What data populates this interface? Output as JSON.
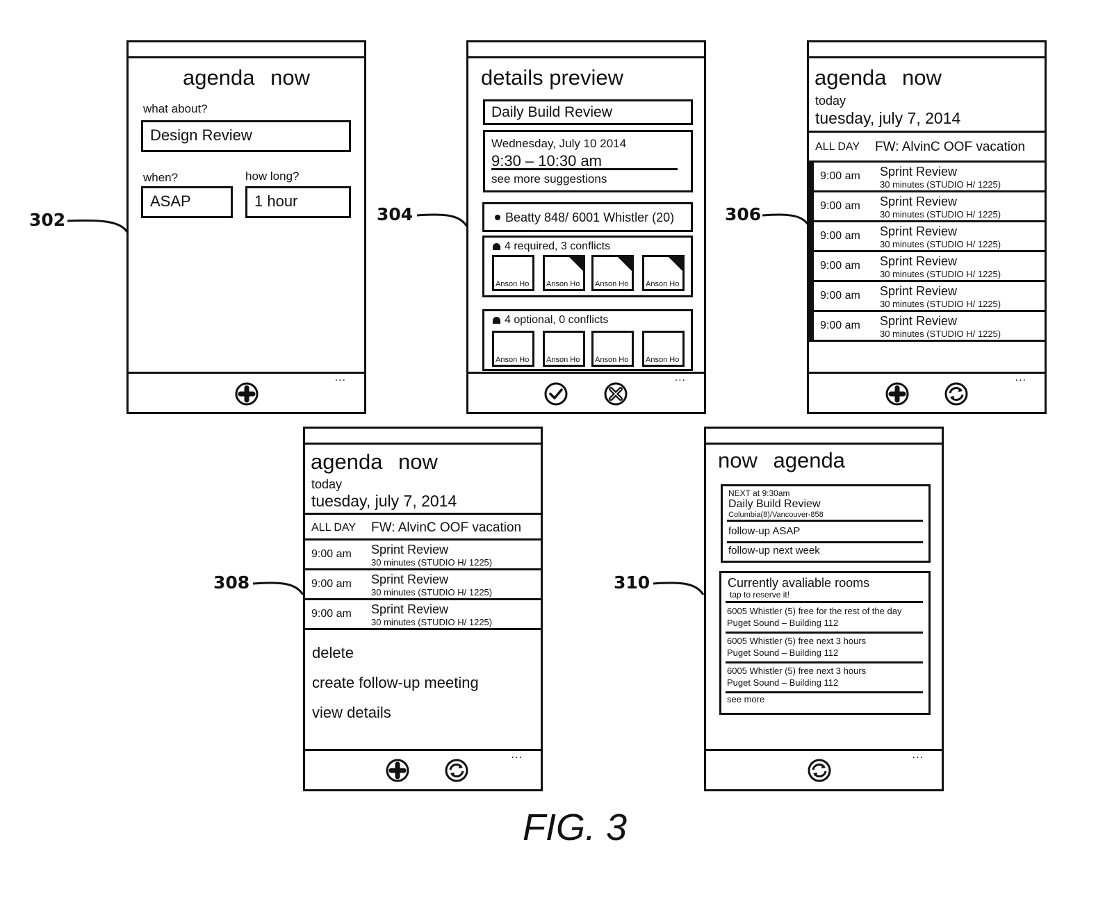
{
  "figure": {
    "caption": "FIG. 3",
    "refs": {
      "r302": "302",
      "r304": "304",
      "r306": "306",
      "r308": "308",
      "r310": "310"
    }
  },
  "screen302": {
    "title": "agenda now",
    "what_label": "what about?",
    "what_value": "Design Review",
    "when_label": "when?",
    "when_value": "ASAP",
    "howlong_label": "how long?",
    "howlong_value": "1 hour",
    "appbar": {
      "buttons": [
        "add-icon"
      ],
      "more": "..."
    }
  },
  "screen304": {
    "title": "details preview",
    "meeting_title": "Daily Build Review",
    "date": "Wednesday, July 10 2014",
    "time": "9:30 – 10:30 am",
    "suggestions_link": "see more suggestions",
    "location": "Beatty 848/ 6001 Whistler (20)",
    "required": {
      "header": "4 required, 3 conflicts",
      "people": [
        {
          "name": "Anson Ho",
          "conflict": false
        },
        {
          "name": "Anson Ho",
          "conflict": true
        },
        {
          "name": "Anson Ho",
          "conflict": true
        },
        {
          "name": "Anson Ho",
          "conflict": true
        }
      ]
    },
    "optional": {
      "header": "4 optional, 0 conflicts",
      "people": [
        {
          "name": "Anson Ho",
          "conflict": false
        },
        {
          "name": "Anson Ho",
          "conflict": false
        },
        {
          "name": "Anson Ho",
          "conflict": false
        },
        {
          "name": "Anson Ho",
          "conflict": false
        }
      ]
    },
    "appbar": {
      "buttons": [
        "accept-check-icon",
        "cancel-x-icon"
      ],
      "more": "..."
    }
  },
  "screen306": {
    "title": "agenda now",
    "sub": "today",
    "date": "tuesday, july 7, 2014",
    "allday": {
      "tag": "ALL DAY",
      "event": "FW: AlvinC OOF vacation"
    },
    "events": [
      {
        "time": "9:00 am",
        "title": "Sprint Review",
        "detail": "30 minutes (STUDIO H/ 1225)"
      },
      {
        "time": "9:00 am",
        "title": "Sprint Review",
        "detail": "30 minutes (STUDIO H/ 1225)"
      },
      {
        "time": "9:00 am",
        "title": "Sprint Review",
        "detail": "30 minutes (STUDIO H/ 1225)"
      },
      {
        "time": "9:00 am",
        "title": "Sprint Review",
        "detail": "30 minutes (STUDIO H/ 1225)"
      },
      {
        "time": "9:00 am",
        "title": "Sprint Review",
        "detail": "30 minutes (STUDIO H/ 1225)"
      },
      {
        "time": "9:00 am",
        "title": "Sprint Review",
        "detail": "30 minutes (STUDIO H/ 1225)"
      }
    ],
    "appbar": {
      "buttons": [
        "add-icon",
        "sync-icon"
      ],
      "more": "..."
    }
  },
  "screen308": {
    "title": "agenda now",
    "sub": "today",
    "date": "tuesday, july 7, 2014",
    "allday": {
      "tag": "ALL DAY",
      "event": "FW: AlvinC OOF vacation"
    },
    "events": [
      {
        "time": "9:00 am",
        "title": "Sprint Review",
        "detail": "30 minutes (STUDIO H/ 1225)"
      },
      {
        "time": "9:00 am",
        "title": "Sprint Review",
        "detail": "30 minutes (STUDIO H/ 1225)"
      },
      {
        "time": "9:00 am",
        "title": "Sprint Review",
        "detail": "30 minutes (STUDIO H/ 1225)"
      }
    ],
    "context_menu": [
      "delete",
      "create follow-up meeting",
      "view details"
    ],
    "appbar": {
      "buttons": [
        "add-icon",
        "sync-icon"
      ],
      "more": "..."
    }
  },
  "screen310": {
    "title": "now agenda",
    "next": {
      "label": "NEXT at 9:30am",
      "title": "Daily Build Review",
      "location": "Columbia(8)/Vancouver-858",
      "actions": [
        "follow-up ASAP",
        "follow-up next week"
      ]
    },
    "rooms": {
      "title": "Currently avaliable rooms",
      "hint": "tap to reserve it!",
      "items": [
        {
          "line1": "6005 Whistler (5) free for the rest of the day",
          "line2": "Puget Sound – Building 112"
        },
        {
          "line1": "6005 Whistler (5) free next 3 hours",
          "line2": "Puget Sound – Building 112"
        },
        {
          "line1": "6005 Whistler (5) free next 3 hours",
          "line2": "Puget Sound – Building 112"
        }
      ],
      "see_more": "see more"
    },
    "appbar": {
      "buttons": [
        "sync-icon"
      ],
      "more": "..."
    }
  }
}
